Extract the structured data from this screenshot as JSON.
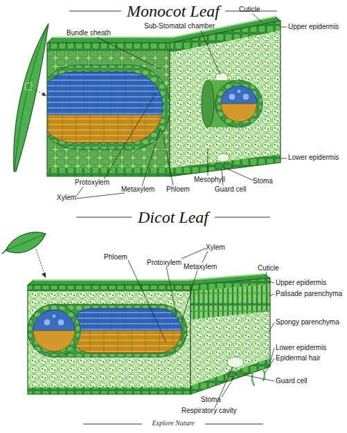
{
  "diagram": {
    "caption": "Explore Nature",
    "labels": [
      "Monocot Leaf",
      "Sub-Stomatal chamber",
      "Cuticle",
      "Bundle sheath",
      "Upper epidermis",
      "Lower epidermis",
      "Protoxylem",
      "Metaxylem",
      "Xylem",
      "Phloem",
      "Mesophyll",
      "Guard cell",
      "Stoma",
      "Dicot Leaf",
      "Xylem",
      "Phloem",
      "Protoxylem",
      "Metaxylem",
      "Cuticle",
      "Upper epidermis",
      "Palisade parenchyma",
      "Spongy parenchyma",
      "Lower epidermis",
      "Epidermal hair",
      "Guard cell",
      "Stoma",
      "Respiratory cavity"
    ]
  }
}
